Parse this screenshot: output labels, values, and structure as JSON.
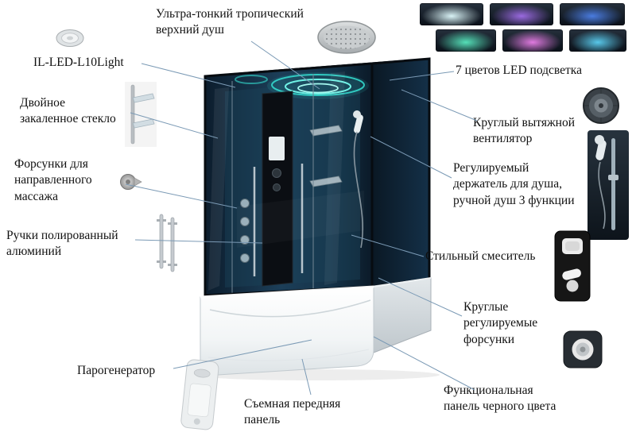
{
  "labels": {
    "top_shower": "Ультра-тонкий тропический верхний душ",
    "model": "IL-LED-L10Light",
    "tempered_glass": "Двойное закаленное стекло",
    "massage_jets": "Форсунки для направленного массажа",
    "handles": "Ручки полированный алюминий",
    "steam_generator": "Парогенератор",
    "front_panel": "Съемная передняя панель",
    "function_panel": "Функциональная панель черного цвета",
    "round_jets": "Круглые регулируемые форсунки",
    "mixer": "Стильный смеситель",
    "shower_holder": "Регулируемый держатель для душа, ручной душ 3 функции",
    "exhaust_fan": "Круглый вытяжной вентилятор",
    "led_backlight": "7 цветов LED подсветка"
  },
  "led_swatches": [
    {
      "name": "white",
      "color": "#d9f3f6"
    },
    {
      "name": "violet",
      "color": "#9a6ae0"
    },
    {
      "name": "blue",
      "color": "#4a7ce0"
    },
    {
      "name": "green",
      "color": "#55e0b8"
    },
    {
      "name": "pink",
      "color": "#e07ae0"
    },
    {
      "name": "cyan",
      "color": "#58c8ea"
    }
  ],
  "colors": {
    "leader_line": "#7b9ab5",
    "led_glow": "#35dfd2",
    "label_text": "#111111"
  }
}
